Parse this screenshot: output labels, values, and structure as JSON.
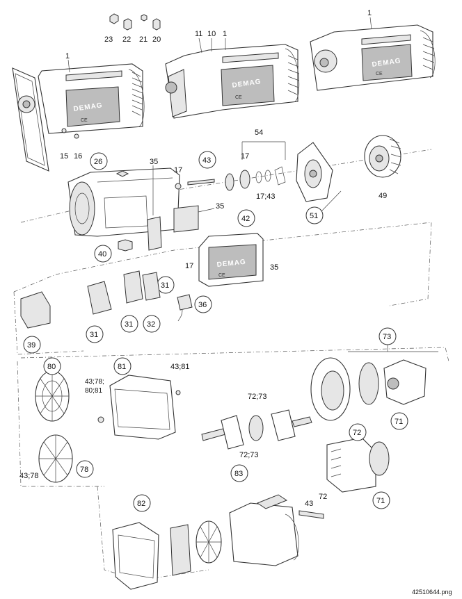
{
  "brand_text": "DEMAG",
  "ce_mark": "CE",
  "file_name": "42510644.png",
  "labels": {
    "l1a": "1",
    "l1b": "1",
    "l1c": "1",
    "l10": "10",
    "l11": "11",
    "l23": "23",
    "l22": "22",
    "l21": "21",
    "l20": "20",
    "l15": "15",
    "l16": "16",
    "l26": "26",
    "l35a": "35",
    "l17a": "17",
    "l43a": "43",
    "l54": "54",
    "l17b": "17",
    "l17_43": "17;43",
    "l51": "51",
    "l49": "49",
    "l35b": "35",
    "l42": "42",
    "l40": "40",
    "l17c": "17",
    "l35c": "35",
    "l31a": "31",
    "l36": "36",
    "l31b": "31",
    "l32": "32",
    "l31c": "31",
    "l39": "39",
    "l73a": "73",
    "l71a": "71",
    "l80": "80",
    "l81": "81",
    "l43_81": "43;81",
    "l43_78_80_81a": "43;78;",
    "l43_78_80_81b": "80;81",
    "l72_73a": "72;73",
    "l72_73b": "72;73",
    "l78": "78",
    "l43_78": "43;78",
    "l72a": "72",
    "l72b": "72",
    "l71b": "71",
    "l83": "83",
    "l82": "82",
    "l43b": "43"
  }
}
